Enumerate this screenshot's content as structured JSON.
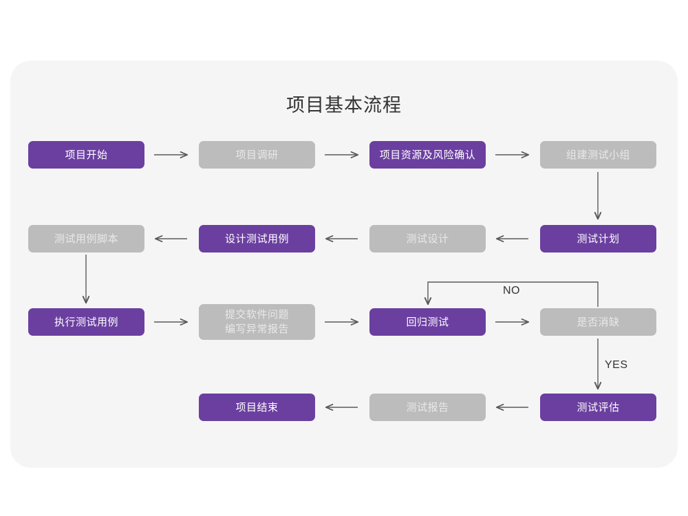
{
  "title": "项目基本流程",
  "colors": {
    "page_background": "#ffffff",
    "card_background": "#f5f5f5",
    "node_active": "#6b3fa0",
    "node_inactive": "#bcbcbc",
    "node_active_text": "#ffffff",
    "node_inactive_text": "#e9e9e9",
    "connector": "#595959",
    "title_text": "#333333"
  },
  "chart_data": {
    "type": "diagram",
    "diagram_kind": "flowchart",
    "title": "项目基本流程",
    "nodes": [
      {
        "id": "n1",
        "label": "项目开始",
        "state": "active",
        "row": 1,
        "col": 1
      },
      {
        "id": "n2",
        "label": "项目调研",
        "state": "inactive",
        "row": 1,
        "col": 2
      },
      {
        "id": "n3",
        "label": "项目资源及风险确认",
        "state": "active",
        "row": 1,
        "col": 3
      },
      {
        "id": "n4",
        "label": "组建测试小组",
        "state": "inactive",
        "row": 1,
        "col": 4
      },
      {
        "id": "n5",
        "label": "测试用例脚本",
        "state": "inactive",
        "row": 2,
        "col": 1
      },
      {
        "id": "n6",
        "label": "设计测试用例",
        "state": "active",
        "row": 2,
        "col": 2
      },
      {
        "id": "n7",
        "label": "测试设计",
        "state": "inactive",
        "row": 2,
        "col": 3
      },
      {
        "id": "n8",
        "label": "测试计划",
        "state": "active",
        "row": 2,
        "col": 4
      },
      {
        "id": "n9",
        "label": "执行测试用例",
        "state": "active",
        "row": 3,
        "col": 1
      },
      {
        "id": "n10",
        "label": "提交软件问题\n编写异常报告",
        "state": "inactive",
        "row": 3,
        "col": 2
      },
      {
        "id": "n11",
        "label": "回归测试",
        "state": "active",
        "row": 3,
        "col": 3
      },
      {
        "id": "n12",
        "label": "是否消缺",
        "state": "inactive",
        "row": 3,
        "col": 4
      },
      {
        "id": "n13",
        "label": "项目结束",
        "state": "active",
        "row": 4,
        "col": 2
      },
      {
        "id": "n14",
        "label": "测试报告",
        "state": "inactive",
        "row": 4,
        "col": 3
      },
      {
        "id": "n15",
        "label": "测试评估",
        "state": "active",
        "row": 4,
        "col": 4
      }
    ],
    "edges": [
      {
        "from": "n1",
        "to": "n2",
        "label": "",
        "direction": "right"
      },
      {
        "from": "n2",
        "to": "n3",
        "label": "",
        "direction": "right"
      },
      {
        "from": "n3",
        "to": "n4",
        "label": "",
        "direction": "right"
      },
      {
        "from": "n4",
        "to": "n8",
        "label": "",
        "direction": "down"
      },
      {
        "from": "n8",
        "to": "n7",
        "label": "",
        "direction": "left"
      },
      {
        "from": "n7",
        "to": "n6",
        "label": "",
        "direction": "left"
      },
      {
        "from": "n6",
        "to": "n5",
        "label": "",
        "direction": "left"
      },
      {
        "from": "n5",
        "to": "n9",
        "label": "",
        "direction": "down"
      },
      {
        "from": "n9",
        "to": "n10",
        "label": "",
        "direction": "right"
      },
      {
        "from": "n10",
        "to": "n11",
        "label": "",
        "direction": "right"
      },
      {
        "from": "n11",
        "to": "n12",
        "label": "",
        "direction": "right"
      },
      {
        "from": "n12",
        "to": "n11",
        "label": "NO",
        "direction": "loop-up-left"
      },
      {
        "from": "n12",
        "to": "n15",
        "label": "YES",
        "direction": "down"
      },
      {
        "from": "n15",
        "to": "n14",
        "label": "",
        "direction": "left"
      },
      {
        "from": "n14",
        "to": "n13",
        "label": "",
        "direction": "left"
      }
    ],
    "edge_labels": [
      {
        "id": "no",
        "text": "NO"
      },
      {
        "id": "yes",
        "text": "YES"
      }
    ]
  }
}
